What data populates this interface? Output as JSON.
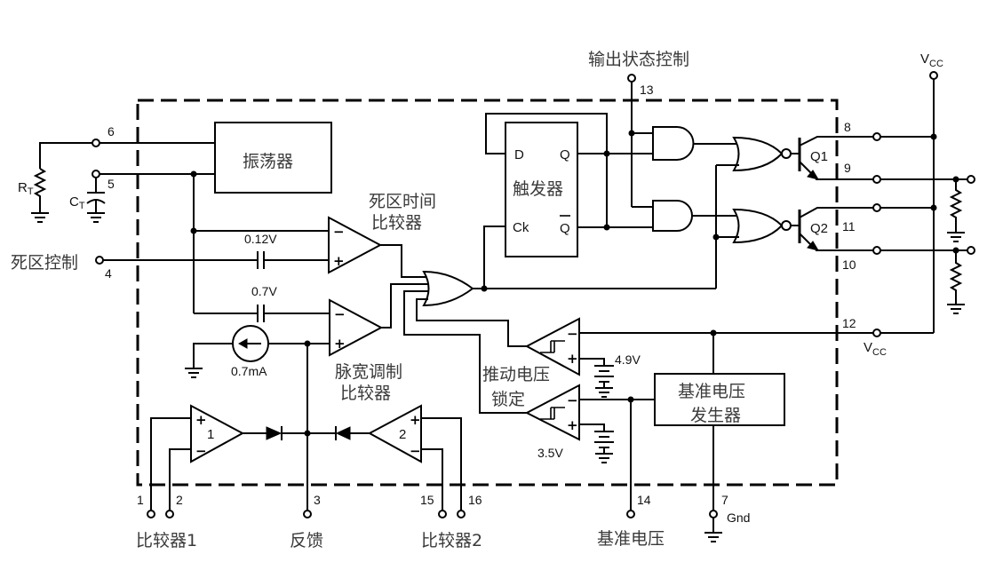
{
  "blocks": {
    "oscillator": "振荡器",
    "flip_flop": {
      "name": "触发器",
      "d": "D",
      "q": "Q",
      "ck": "Ck",
      "q_bar": "Q"
    },
    "reference_generator": {
      "line1": "基准电压",
      "line2": "发生器"
    },
    "dead_time_comparator": {
      "line1": "死区时间",
      "line2": "比较器"
    },
    "pwm_comparator": {
      "line1": "脉宽调制",
      "line2": "比较器"
    },
    "drive_voltage_lock": {
      "line1": "推动电压",
      "line2": "锁定"
    },
    "error_amp_1": "1",
    "error_amp_2": "2",
    "transistor_1": "Q1",
    "transistor_2": "Q2"
  },
  "symbols": {
    "plus": "+",
    "minus": "−"
  },
  "values": {
    "dead_time_offset": "0.12V",
    "pwm_offset": "0.7V",
    "current_source": "0.7mA",
    "upper_threshold": "4.9V",
    "lower_threshold": "3.5V"
  },
  "external": {
    "rt": {
      "main": "R",
      "sub": "T"
    },
    "ct": {
      "main": "C",
      "sub": "T"
    },
    "vcc_top": {
      "main": "V",
      "sub": "CC"
    },
    "vcc_pin12": {
      "main": "V",
      "sub": "CC"
    }
  },
  "pins": {
    "p1": "1",
    "p2": "2",
    "p3": "3",
    "p4": "4",
    "p5": "5",
    "p6": "6",
    "p7": "7",
    "p8": "8",
    "p9": "9",
    "p10": "10",
    "p11": "11",
    "p12": "12",
    "p13": "13",
    "p14": "14",
    "p15": "15",
    "p16": "16"
  },
  "signal_labels": {
    "dead_time_control": "死区控制",
    "output_state_control": "输出状态控制",
    "comparator_1": "比较器1",
    "feedback": "反馈",
    "comparator_2": "比较器2",
    "reference_voltage": "基准电压",
    "gnd": "Gnd"
  }
}
